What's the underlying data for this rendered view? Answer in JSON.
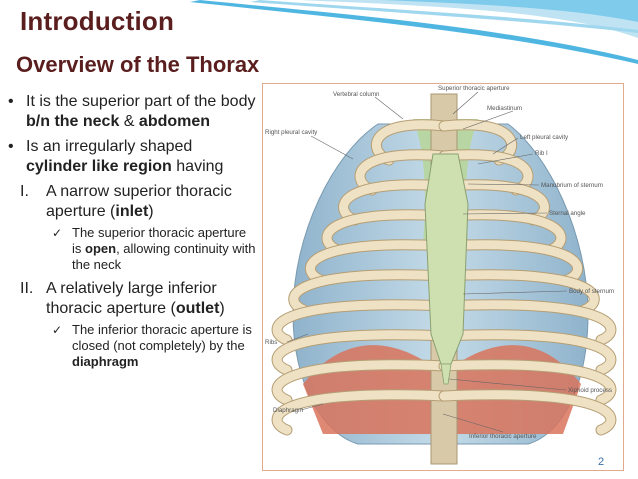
{
  "slide": {
    "title": "Introduction",
    "subtitle": "Overview of the Thorax",
    "bullet1": {
      "mark": "•",
      "pre": "It is the superior part of the body ",
      "bold1": "b/n the neck",
      "mid": " & ",
      "bold2": "abdomen"
    },
    "bullet2": {
      "mark": "•",
      "pre": " Is an irregularly shaped ",
      "bold": "cylinder like region",
      "post": " having"
    },
    "item1": {
      "mark": "I.",
      "pre": "A narrow superior thoracic aperture (",
      "bold": "inlet",
      "post": ")",
      "sub": {
        "mark": "✓",
        "pre": "The superior thoracic aperture is ",
        "bold": "open",
        "post": ", allowing continuity with the neck"
      }
    },
    "item2": {
      "mark": "II.",
      "pre": "A relatively large inferior thoracic aperture (",
      "bold": "outlet",
      "post": ")",
      "sub": {
        "mark": "✓",
        "pre": "The inferior thoracic aperture is closed (not completely) by the ",
        "bold": "diaphragm"
      }
    },
    "page_number": "2"
  },
  "figure": {
    "labels": {
      "vertebral_column": "Vertebral column",
      "superior_aperture": "Superior thoracic aperture",
      "mediastinum": "Mediastinum",
      "right_pleural": "Right pleural cavity",
      "left_pleural": "Left pleural cavity",
      "rib1": "Rib I",
      "manubrium": "Manubrium of sternum",
      "sternal_angle": "Sternal angle",
      "body_sternum": "Body of sternum",
      "ribs": "Ribs",
      "xiphoid": "Xiphoid process",
      "diaphragm": "Diaphragm",
      "inferior_aperture": "Inferior thoracic aperture"
    }
  },
  "colors": {
    "title": "#5a1e1e",
    "wave": "#4fb6e2",
    "bone": "#efe2c4",
    "cavity": "#a9c7dc",
    "mediastinum": "#b7d69b",
    "diaphragm": "#d9735c",
    "page_number": "#3d6fa3"
  }
}
